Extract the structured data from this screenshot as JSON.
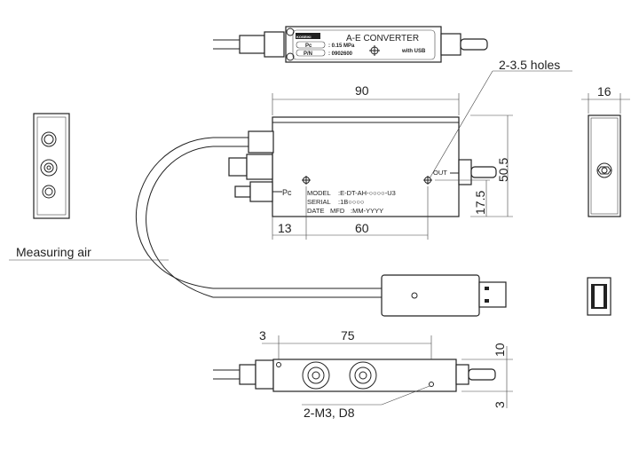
{
  "top_label": {
    "brand": "KOSEIKI",
    "title": "A-E CONVERTER",
    "subtitle": "with USB",
    "pc_label": "Pc",
    "pc_value": ": 0.15 MPa",
    "pn_label": "P/N",
    "pn_value": ": 0902600"
  },
  "front_label": {
    "model_key": "MODEL",
    "model_value": ":E-DT-AH-○○○○-U3",
    "serial_key": "SERIAL",
    "serial_value": ":1B○○○○",
    "date_key": "DATE",
    "mfd_key": "MFD",
    "date_value": ":MM-YYYY",
    "port_in": "Pc",
    "port_out": "OUT"
  },
  "dimensions": {
    "width_90": "90",
    "height_50_5": "50.5",
    "height_17_5": "17.5",
    "offset_13": "13",
    "spacing_60": "60",
    "depth_16": "16",
    "offset_3_top": "3",
    "spacing_75": "75",
    "height_10": "10",
    "offset_3_right": "3"
  },
  "callouts": {
    "holes": "2-3.5 holes",
    "measuring_air": "Measuring air",
    "mount": "2-M3, D8"
  }
}
